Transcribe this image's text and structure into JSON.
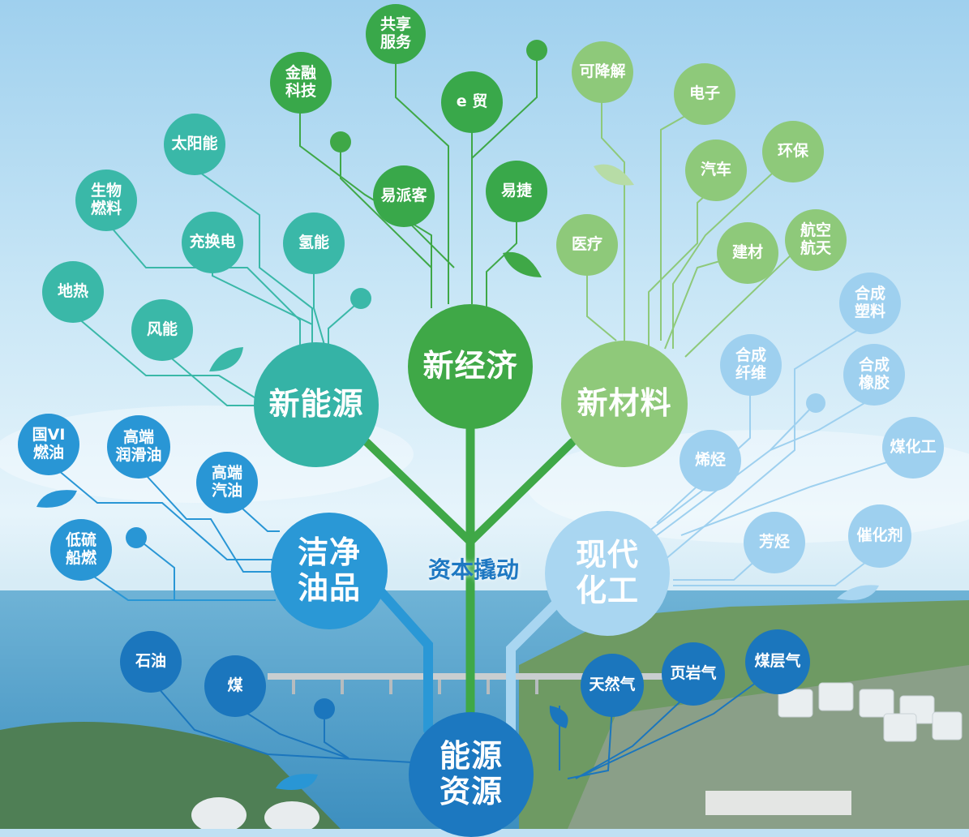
{
  "center_label": "资本撬动",
  "main_nodes": {
    "xinjingji": "新经济",
    "xincailiao": "新材料",
    "xinnengyuan": "新能源",
    "jiejingyoupin": "洁净\n油品",
    "xiandaihuagong": "现代\n化工",
    "nengyuanziyuan": "能源\n资源"
  },
  "new_economy": {
    "gongxiang": "共享\n服务",
    "jinrong": "金融\n科技",
    "emao": "e 贸",
    "yipaike": "易派客",
    "yijie": "易捷"
  },
  "new_materials": {
    "kejiangjie": "可降解",
    "dianzi": "电子",
    "qiche": "汽车",
    "huanbao": "环保",
    "yiliao": "医疗",
    "jiancai": "建材",
    "hangkong": "航空\n航天"
  },
  "new_energy": {
    "taiyangneng": "太阳能",
    "shengwu": "生物\n燃料",
    "chonghuandian": "充换电",
    "qingneng": "氢能",
    "dire": "地热",
    "fengneng": "风能"
  },
  "clean_oil": {
    "guoliu": "国VI\n燃油",
    "gaoduan_run": "高端\n润滑油",
    "gaoduan_qi": "高端\n汽油",
    "diliu": "低硫\n船燃"
  },
  "modern_chem": {
    "hecheng_su": "合成\n塑料",
    "hecheng_xian": "合成\n纤维",
    "hecheng_xiang": "合成\n橡胶",
    "xiting": "烯烃",
    "meihuagong": "煤化工",
    "fangting": "芳烃",
    "cuihuaji": "催化剂"
  },
  "energy_res": {
    "shiyou": "石油",
    "mei": "煤",
    "tianranqi": "天然气",
    "yeyanqi": "页岩气",
    "meicengqi": "煤层气"
  },
  "colors": {
    "green_dark": "#39a84a",
    "green_light": "#8ec97a",
    "teal": "#3ab8a8",
    "sky": "#9ed0ef",
    "blue": "#2996d5",
    "navy": "#1b76bd",
    "label_blue": "#1e78c2"
  }
}
